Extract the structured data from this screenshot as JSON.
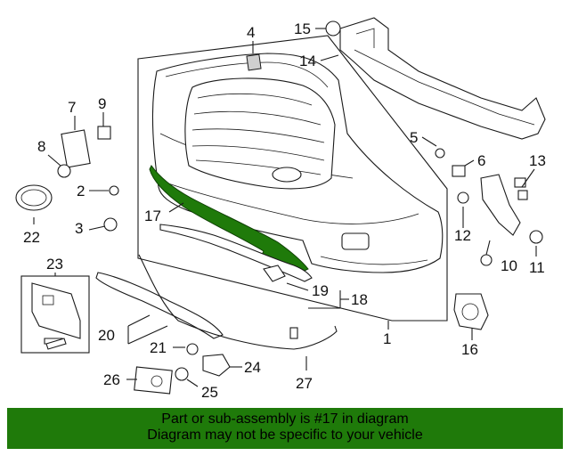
{
  "callouts": {
    "c1": "1",
    "c2": "2",
    "c3": "3",
    "c4": "4",
    "c5": "5",
    "c6": "6",
    "c7": "7",
    "c8": "8",
    "c9": "9",
    "c10": "10",
    "c11": "11",
    "c12": "12",
    "c13": "13",
    "c14": "14",
    "c15": "15",
    "c16": "16",
    "c17": "17",
    "c18": "18",
    "c19": "19",
    "c20": "20",
    "c21": "21",
    "c22": "22",
    "c23": "23",
    "c24": "24",
    "c25": "25",
    "c26": "26",
    "c27": "27"
  },
  "highlighted_part": "17",
  "colors": {
    "highlight": "#1f7a0a",
    "banner_bg": "#1f7a0a",
    "line": "#1a1a1a"
  },
  "banner": {
    "line1": "Part or sub-assembly is #17 in diagram",
    "line2": "Diagram may not be specific to your vehicle"
  }
}
